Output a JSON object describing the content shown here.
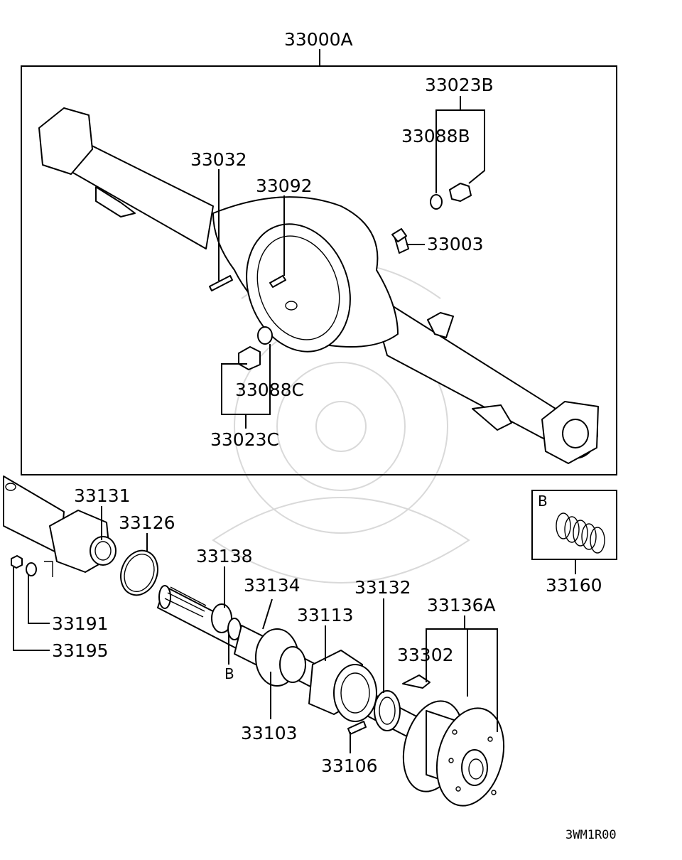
{
  "labels": {
    "assembly": "33000A",
    "drain_plug_set_b": "33023B",
    "gasket_b": "33088B",
    "pin": "33032",
    "bolt": "33092",
    "breather": "33003",
    "gasket_c": "33088C",
    "plug_set_c": "33023C",
    "bearing_retainer_plate": "33131",
    "o_ring": "33126",
    "seal_ring": "33138",
    "spacer": "33134",
    "retainer": "33113",
    "oil_seal": "33132",
    "hub_flange": "33136A",
    "hub_bolt": "33302",
    "bearing": "33103",
    "stud": "33106",
    "nut": "33191",
    "washer": "33195",
    "kit": "33160",
    "ref_b_box": "B",
    "ref_b_pointer": "B"
  },
  "footer_code": "3WM1R00"
}
